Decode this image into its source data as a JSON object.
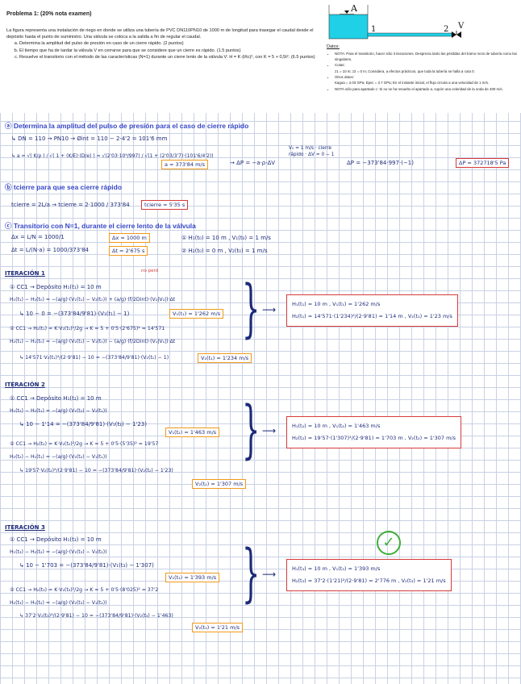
{
  "problem": {
    "title": "Problema 1: (20% nota examen)",
    "intro": "La figura representa una instalación de riego en donde se utiliza una tubería de PVC DN110PN10 de 1000 m de longitud para trasegar el caudal desde el depósito hasta el punto de suministro. Una válvula se coloca a la salida a fin de regular el caudal.",
    "items": [
      "Determina la amplitud del pulso de presión en caso de un cierre rápido. (2 puntos)",
      "El tiempo que ha de tardar la válvula V en cerrarse para que se considere que un cierre es rápido. (1.5 puntos)",
      "Resuelve el transitorio con el método de las características (N=1) durante un cierre lento de la válvula V: H = K·(t/tc)², con K = 5 + 0,5t². (6.5 puntos)"
    ]
  },
  "figure": {
    "labels": [
      "A",
      "1",
      "2",
      "V"
    ],
    "colors": {
      "water": "#1fd0e6",
      "pipe": "#1fd0e6",
      "valve": "#111111"
    }
  },
  "datos": {
    "title": "Datos:",
    "items": [
      "NOTA: Para el transitorio, hacer sólo 3 iteraciones. Desprecia tanto las pérdidas del tramo recto de tubería como las singulares.",
      "Cotas:",
      "z1 = 10 m; z2 = 0 m; Considera, a efectos prácticos, que toda la tubería se halla a cota 0.",
      "Otros datos:",
      "Kagua = 2.03 GPa; Epvc = 3.7 GPa; En el instante inicial, el flujo circula a una velocidad de 1 m/s.",
      "NOTA sólo para apartado c: Si no se ha resuelto el apartado a, supón una celeridad de la onda de 400 m/s."
    ]
  },
  "work": {
    "sec_a": "ⓐ Determina la amplitud del pulso de presión para el caso de cierre rápido",
    "dn_line": "↳ DN = 110 → PN10 → Øint = 110 − 2·4'2 = 101'6 mm",
    "celerity": "↳ a = √( K/ρ ) / √( 1 + (K/E)·(D/e) ) = √(2'03·10⁹/997) / √(1 + (2'03/3'7)·(101'6/4'2))",
    "a_result": "a = 373'84 m/s",
    "dP_formula": "→ ΔP = −a·ρ·ΔV",
    "cierre": "V₀ = 1 m/s · cierre rápido · ΔV = 0 − 1",
    "dP_calc": "ΔP = −373'84·997·(−1)",
    "dP_result": "ΔP = 372718'5 Pa",
    "sec_b": "ⓑ tcierre para que sea cierre rápido",
    "tc_formula": "tcierre = 2L/a → tcierre = 2·1000 / 373'84",
    "tc_result": "tcierre = 5'35 s",
    "sec_c": "ⓒ Transitorio con N=1, durante el cierre lento de la válvula",
    "n1_a": "Δx = L/N = 1000/1",
    "n1_a_res": "Δx = 1000 m",
    "n1_b": "Δt = L/(N·a) = 1000/373'84",
    "n1_b_res": "Δt = 2'675 s",
    "init_1": "① H₁(t₀) = 10 m ,  V₁(t₀) = 1 m/s",
    "init_2": "② H₂(t₀) = 0 m ,  V₂(t₀) = 1 m/s"
  },
  "iterations": [
    {
      "title": "ITERACIÓN 1",
      "note": "no perd",
      "cc1_head": "① CC1 → Depósito  H₁(t₁) = 10 m",
      "cc1_eq": "H₁(t₁) − H₂(t₀) = −(a/g)·(V₁(t₁) − V₂(t₀)) + (a/g)·(f/2Dint)·(V₂|V₂|)·Δt",
      "cc1_sub": "↳ 10 − 0 = −(373'84/9'81)·(V₁(t₁) − 1)",
      "cc1_res": "V₁(t₁) = 1'262 m/s",
      "cc2_head": "② CC1 → H₂(t₁) = K·V₂(t₁)²/2g → K = 5 + 0'5·(2'675)² = 14'571",
      "cc2_eq": "H₂(t₁) − H₁(t₀) = −(a/g)·(V₂(t₁) − V₁(t₀)) − (a/g)·(f/2Dint)·(V₁|V₁|)·Δt",
      "cc2_sub": "↳ 14'571·V₂(t₁)²/(2·9'81) − 10 = −(373'84/9'81)·(V₂(t₁) − 1)",
      "cc2_res": "V₂(t₁) = 1'234 m/s",
      "sum_1": "H₁(t₁) = 10 m ,  V₁(t₁) = 1'262 m/s",
      "sum_2": "H₂(t₁) = 14'571·(1'234)²/(2·9'81) = 1'14 m ,  V₂(t₁) = 1'23 m/s"
    },
    {
      "title": "ITERACIÓN 2",
      "note": "",
      "cc1_head": "① CC1 → Depósito  H₁(t₂) = 10 m",
      "cc1_eq": "H₁(t₂) − H₂(t₁) = −(a/g)·(V₁(t₂) − V₂(t₁))",
      "cc1_sub": "↳ 10 − 1'14 = −(373'84/9'81)·(V₁(t₂) − 1'23)",
      "cc1_res": "V₁(t₂) = 1'463 m/s",
      "cc2_head": "② CC1 → H₂(t₂) = K·V₂(t₂)²/2g → K = 5 + 0'5·(5'35)² = 19'57",
      "cc2_eq": "H₂(t₂) − H₁(t₁) = −(a/g)·(V₂(t₂) − V₁(t₁))",
      "cc2_sub": "↳ 19'57·V₂(t₂)²/(2·9'81) − 10 = −(373'84/9'81)·(V₂(t₂) − 1'23)",
      "cc2_res": "V₂(t₂) = 1'307 m/s",
      "sum_1": "H₁(t₂) = 10 m ,  V₁(t₂) = 1'463 m/s",
      "sum_2": "H₂(t₂) = 19'57·(1'307)²/(2·9'81) = 1'703 m ,  V₂(t₂) = 1'307 m/s"
    },
    {
      "title": "ITERACIÓN 3",
      "note": "",
      "cc1_head": "① CC1 → Depósito  H₁(t₃) = 10 m",
      "cc1_eq": "H₁(t₃) − H₂(t₂) = −(a/g)·(V₁(t₃) − V₂(t₂))",
      "cc1_sub": "↳ 10 − 1'703 = −(373'84/9'81)·(V₁(t₃) − 1'307)",
      "cc1_res": "V₁(t₃) = 1'393 m/s",
      "cc2_head": "② CC1 → H₂(t₃) = K·V₂(t₃)²/2g → K = 5 + 0'5·(8'025)² = 37'2",
      "cc2_eq": "H₂(t₃) − H₁(t₂) = −(a/g)·(V₂(t₃) − V₁(t₂))",
      "cc2_sub": "↳ 37'2·V₂(t₃)²/(2·9'81) − 10 = −(373'84/9'81)·(V₂(t₃) − 1'463)",
      "cc2_res": "V₂(t₃) = 1'21 m/s",
      "sum_1": "H₁(t₃) = 10 m ,  V₁(t₃) = 1'393 m/s",
      "sum_2": "H₂(t₃) = 37'2·(1'21)²/(2·9'81) = 2'776 m ,  V₂(t₃) = 1'21 m/s"
    }
  ],
  "check_mark": "✓"
}
